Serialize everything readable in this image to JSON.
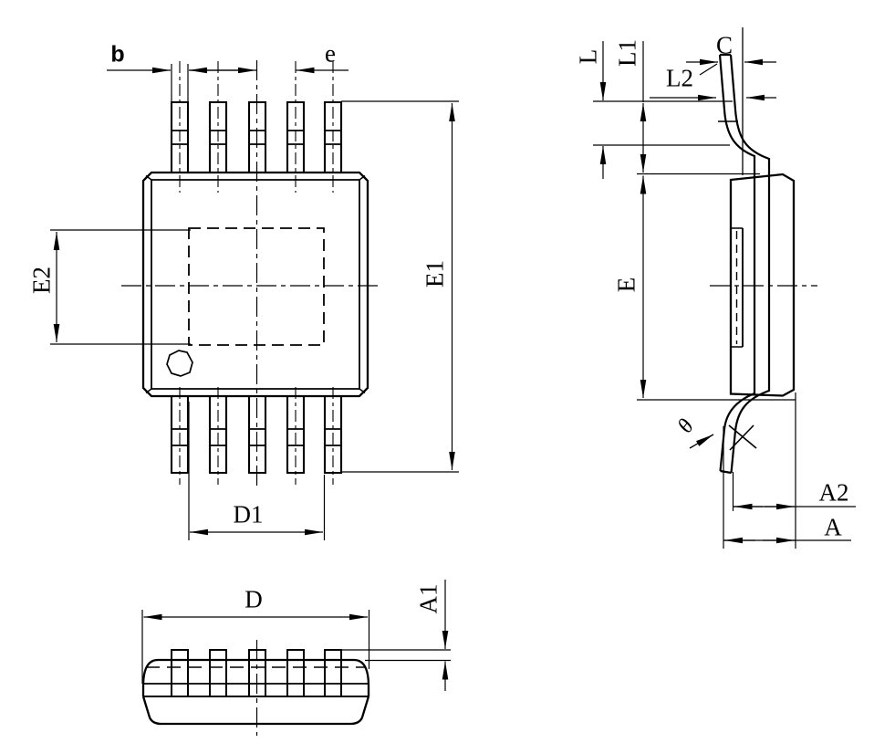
{
  "drawing": {
    "background": "#ffffff",
    "line_color": "#000000",
    "labels": {
      "b": "b",
      "e": "e",
      "E1": "E1",
      "E2": "E2",
      "D1": "D1",
      "D": "D",
      "A1": "A1",
      "L": "L",
      "L1": "L1",
      "L2": "L2",
      "C": "C",
      "E": "E",
      "theta": "θ",
      "A2": "A2",
      "A": "A"
    }
  }
}
